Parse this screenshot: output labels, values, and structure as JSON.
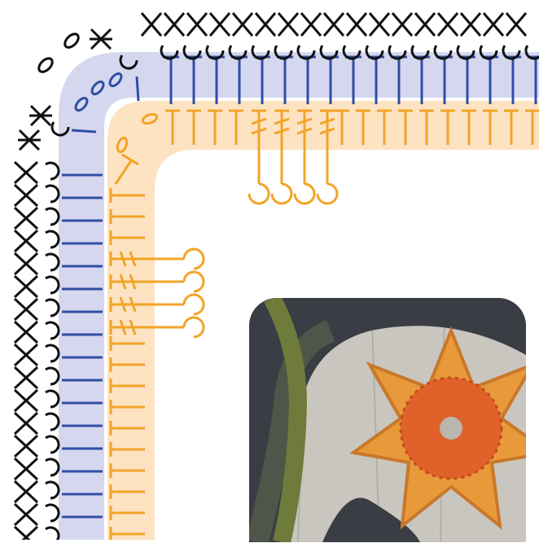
{
  "diagram": {
    "type": "crochet-chart-corner",
    "colors": {
      "background": "#ffffff",
      "outer_round_band": "#d5d7ef",
      "outer_round_symbols": "#2f4fa3",
      "inner_round_band": "#fde3c2",
      "inner_round_symbols": "#f2a428",
      "edging_symbols": "#111111"
    },
    "symbols": [
      {
        "name": "single-crochet",
        "icon": "x-stitch-icon",
        "color": "#111111"
      },
      {
        "name": "crab-stitch-loop",
        "icon": "loop-stitch-icon",
        "color": "#111111"
      },
      {
        "name": "chain",
        "icon": "chain-oval-icon",
        "color": "#111111"
      },
      {
        "name": "double-crochet",
        "icon": "tall-stitch-icon",
        "color": "#2f4fa3"
      },
      {
        "name": "half-double-crochet",
        "icon": "t-stitch-icon",
        "color": "#f2a428"
      },
      {
        "name": "front-post-treble",
        "icon": "post-stitch-icon",
        "color": "#f2a428"
      }
    ]
  },
  "photo": {
    "subject": "crochet-flower-motif-photo",
    "colors": {
      "wood": "#c9c6c0",
      "dark_yarn": "#3a3d43",
      "green_yarn": "#6e7b3a",
      "petals": "#e8993a",
      "center": "#e0612a"
    }
  }
}
